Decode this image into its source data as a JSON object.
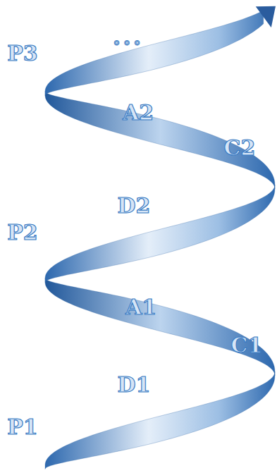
{
  "diagram": {
    "labels": [
      "∘∘∘",
      "P3",
      "A2",
      "C2",
      "D2",
      "P2",
      "A1",
      "C1",
      "D1",
      "P1"
    ]
  }
}
